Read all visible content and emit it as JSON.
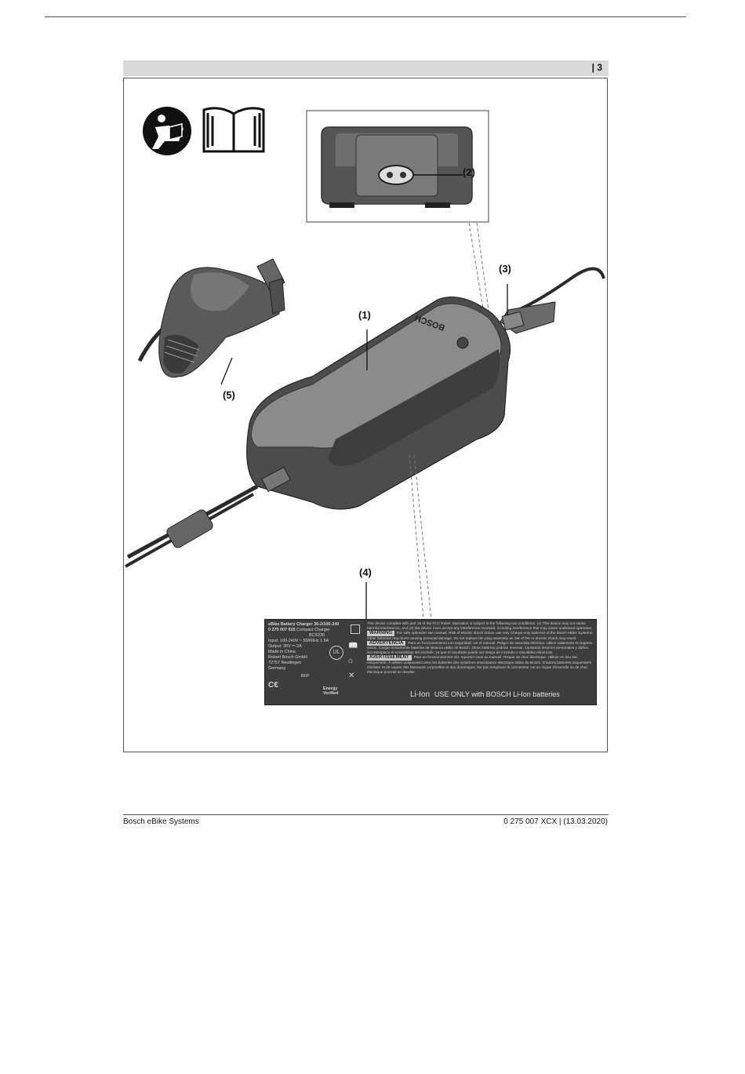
{
  "header": {
    "page_number": "| 3"
  },
  "callouts": {
    "c1": "(1)",
    "c2": "(2)",
    "c3": "(3)",
    "c4": "(4)",
    "c5": "(5)"
  },
  "device": {
    "brand": "BOSCH"
  },
  "label": {
    "title": "eBike Battery Charger 36-2/100-240",
    "part_no": "0 275 007 915",
    "part_name": "Compact Charger",
    "model": "BCS230",
    "input": "Input: 100-240V ~ 50/60Hz 1.6A",
    "output": "Output: 36V ⎓ 2A",
    "origin": "Made in China",
    "company": "Robert Bosch GmbH",
    "address": "72757 Reutlingen",
    "country": "Germany",
    "bfp": "BFP",
    "ul_mark": "UL",
    "energy_1": "Energy",
    "energy_2": "Verified",
    "fcc_text": "This device complies with part 15 of the FCC Rules. Operation is subject to the following two conditions: (1) This device may not cause harmful interference, and (2) this device must accept any interference received, including interference that may cause undesired operation.",
    "fcc_text_2": "For safe operation see manual. Risk of electric shock Indoor use only Charge only batteries of the Bosch eBike Systems. Other batteries may burst causing personal damage. Do not replace the plug assembly as risk of fire or electric shock may result.",
    "warning_tag": "WARNING",
    "advertencia_tag": "ADVERTENCIA",
    "advertencia_text": "Para un funcionamiento con seguridad, ver el manual. Peligro de sacudida eléctrica. Utilice solamente en lugares secos. Cargar únicamente baterías de sistema eBike de Bosch. Otras baterías podrían reventar, causando lesiones personales y daños. No reemplace el ensamblaje del enchufe, ya que el resultado puede ser riesgo de incendio o sacudidas eléctricas.",
    "avertissement_tag": "AVERTISSEMENT",
    "avertissement_text": "Pour un fonctionnement sûr, reportez-vous au manuel. Risque de choc électrique. Utiliser en lieu sec uniquement. À utiliser uniquement avec les batteries des systèmes d'assistance électrique eBike de Bosch. D'autres batteries risqueraient d'éclater et de causer des blessures corporelles et des dommages. Ne pas remplacer le connecteur car un risque d'incendie ou de choc électrique pourrait en résulter.",
    "liion": "Li-Ion",
    "bottom_text": "USE ONLY with BOSCH Li-Ion batteries"
  },
  "footer": {
    "left": "Bosch eBike Systems",
    "right": "0 275 007 XCX | (13.03.2020)"
  }
}
